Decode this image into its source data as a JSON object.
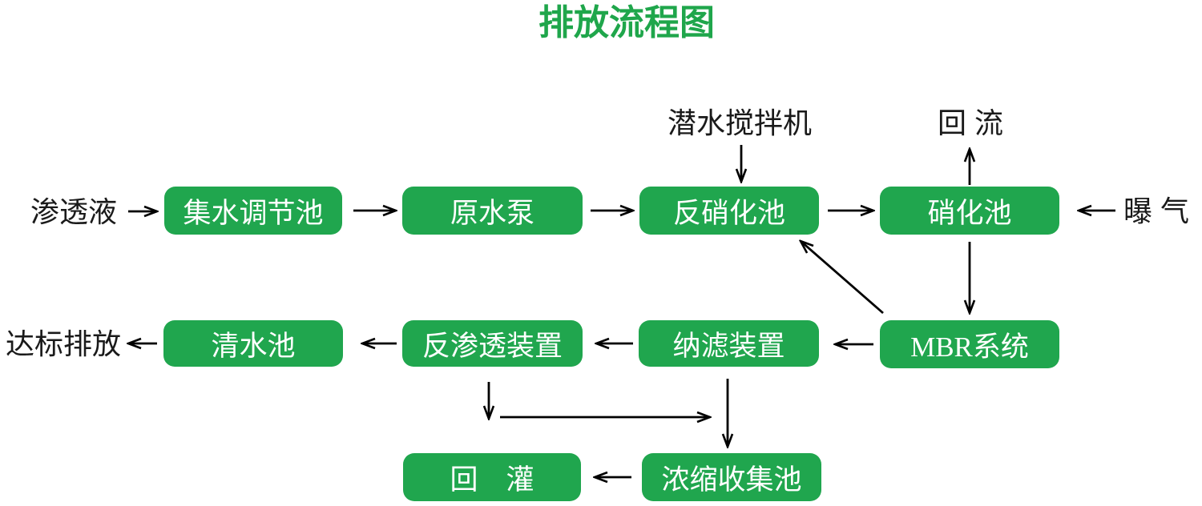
{
  "title": "排放流程图",
  "colors": {
    "box-green": "#20A64E",
    "title-green": "#1FA64B",
    "line-black": "#000000",
    "box-text": "#FFFFFF",
    "label-black": "#1A1A1A"
  },
  "diagram": {
    "nodes": [
      {
        "id": "collection-regulation-pool",
        "label": "集水调节池"
      },
      {
        "id": "raw-water-pump",
        "label": "原水泵"
      },
      {
        "id": "denitrification-pool",
        "label": "反硝化池"
      },
      {
        "id": "nitrification-pool",
        "label": "硝化池"
      },
      {
        "id": "clean-water-pool",
        "label": "清水池"
      },
      {
        "id": "reverse-osmosis-unit",
        "label": "反渗透装置"
      },
      {
        "id": "nanofiltration-unit",
        "label": "纳滤装置"
      },
      {
        "id": "mbr-system",
        "label": "MBR系统"
      },
      {
        "id": "reinjection",
        "label": "回　灌"
      },
      {
        "id": "concentrate-collection-pool",
        "label": "浓缩收集池"
      }
    ],
    "labels": [
      {
        "id": "leachate",
        "text": "渗透液"
      },
      {
        "id": "submersible-mixer",
        "text": "潜水搅拌机"
      },
      {
        "id": "reflux",
        "text": "回 流"
      },
      {
        "id": "aeration",
        "text": "曝 气"
      },
      {
        "id": "compliant-discharge",
        "text": "达标排放"
      }
    ],
    "edges": [
      {
        "from": "渗透液",
        "to": "集水调节池"
      },
      {
        "from": "集水调节池",
        "to": "原水泵"
      },
      {
        "from": "原水泵",
        "to": "反硝化池"
      },
      {
        "from": "潜水搅拌机",
        "to": "反硝化池"
      },
      {
        "from": "反硝化池",
        "to": "硝化池"
      },
      {
        "from": "曝 气",
        "to": "硝化池"
      },
      {
        "from": "硝化池",
        "to": "回 流"
      },
      {
        "from": "硝化池",
        "to": "MBR系统"
      },
      {
        "from": "MBR系统",
        "to": "反硝化池"
      },
      {
        "from": "MBR系统",
        "to": "纳滤装置"
      },
      {
        "from": "纳滤装置",
        "to": "反渗透装置"
      },
      {
        "from": "反渗透装置",
        "to": "清水池"
      },
      {
        "from": "清水池",
        "to": "达标排放"
      },
      {
        "from": "反渗透装置",
        "to": "浓缩收集池"
      },
      {
        "from": "纳滤装置",
        "to": "浓缩收集池"
      },
      {
        "from": "浓缩收集池",
        "to": "回 灌"
      }
    ]
  }
}
